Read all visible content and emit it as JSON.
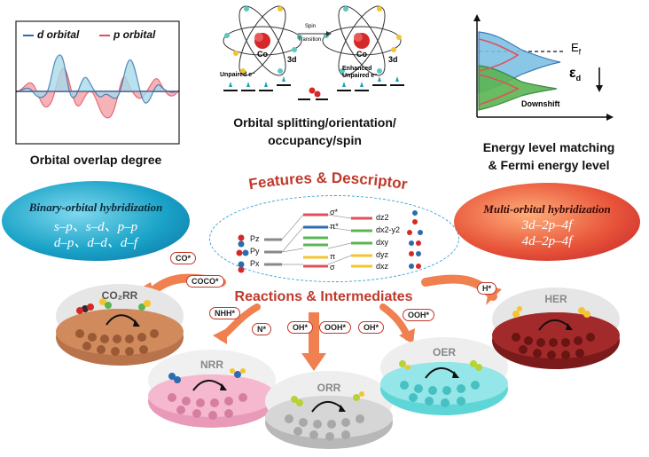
{
  "top_left": {
    "legend_d": "d orbital",
    "legend_p": "p orbital",
    "caption": "Orbital overlap degree",
    "colors": {
      "d": "#2b6cb0",
      "p": "#e0505a"
    }
  },
  "top_center": {
    "atom_label_left": "Co",
    "atom_label_right": "Co",
    "sub_3d_left": "3d",
    "sub_3d_right": "3d",
    "spin_label": "Spin",
    "transition_label": "Transition",
    "unpaired_left": "Unpaired e⁻",
    "unpaired_right": "Enhanced Unpaired e⁻",
    "caption_line1": "Orbital splitting/orientation/",
    "caption_line2": "occupancy/spin"
  },
  "top_right": {
    "ef_label": "E",
    "ef_sub": "f",
    "ed_label": "ε",
    "ed_sub": "d",
    "downshift_label": "Downshift",
    "caption_line1": "Energy level matching",
    "caption_line2": "& Fermi energy level"
  },
  "center": {
    "title": "Features & Descriptor",
    "p_orbitals": [
      "Pz",
      "Py",
      "Px"
    ],
    "d_orbitals": [
      "dz2",
      "dx2-y2",
      "dxy",
      "dyz",
      "dxz"
    ],
    "sigma_star": "σ*",
    "pi_star": "π*",
    "pi": "π",
    "sigma": "σ",
    "reactions_title": "Reactions & Intermediates"
  },
  "left_ellipse": {
    "title": "Binary-orbital hybridization",
    "line1": "s–p、s–d、p–p",
    "line2": "d–p、d–d、d–f",
    "color": "#1aa3c8"
  },
  "right_ellipse": {
    "title": "Multi-orbital hybridization",
    "line1": "3d–2p–4f",
    "line2": "4d–2p–4f",
    "color": "#e8553a"
  },
  "badges": {
    "co": "CO*",
    "coco": "COCO*",
    "nhh": "NHH*",
    "n": "N*",
    "oh1": "OH*",
    "ooh1": "OOH*",
    "oh2": "OH*",
    "ooh2": "OOH*",
    "h": "H*"
  },
  "reactions": {
    "co2rr": "CO₂RR",
    "nrr": "NRR",
    "orr": "ORR",
    "oer": "OER",
    "her": "HER"
  }
}
